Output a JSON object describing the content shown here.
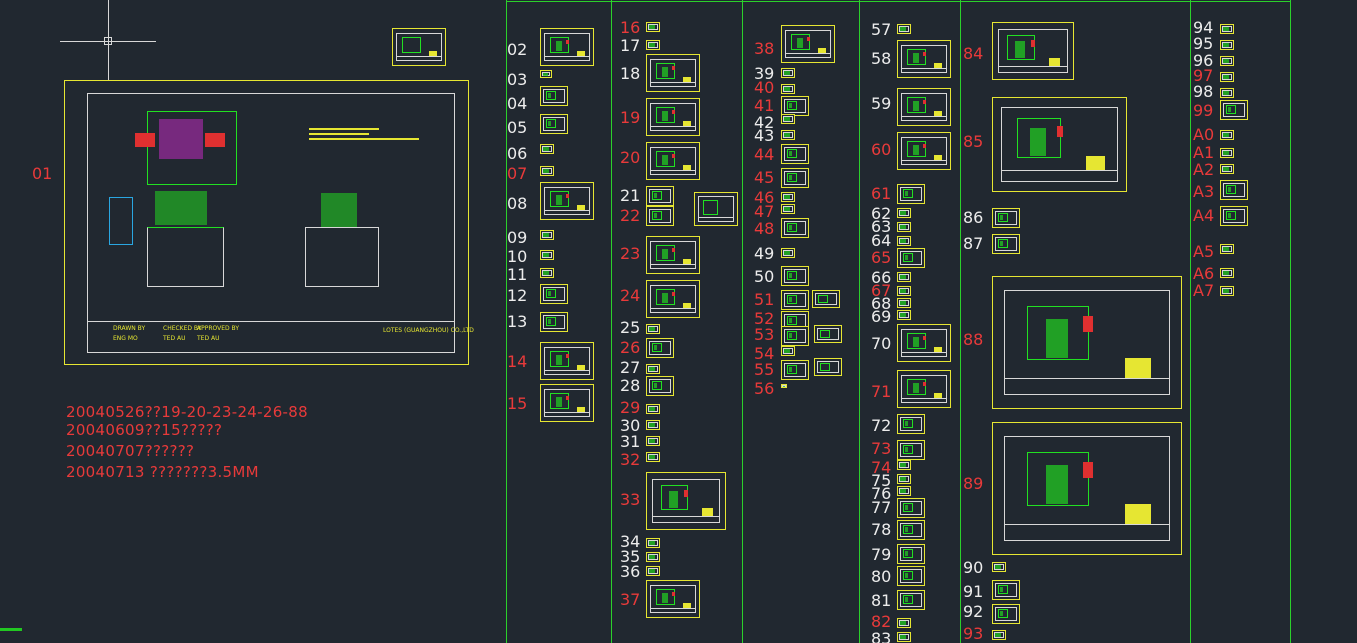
{
  "app": {
    "name": "drawing-index-viewport"
  },
  "colors": {
    "background": "#212830",
    "frame": "#e6e632",
    "column_line": "#2bd02b",
    "label_white": "#ececec",
    "label_red": "#e83a3a"
  },
  "main_sheet": {
    "label": "01",
    "notes": [
      "20040526??19-20-23-24-26-88",
      "20040609??15?????",
      "20040707??????",
      "20040713 ???????3.5MM"
    ],
    "title_block": {
      "company": "LOTES (GUANGZHOU) CO.,LTD",
      "drawn_by": "ENG MO",
      "checked_by": "TED AU",
      "approved_by": "TED AU",
      "drawn_label": "DRAWN BY",
      "checked_label": "CHECKED BY",
      "approved_label": "APPROVED BY"
    }
  },
  "columns": [
    {
      "id": "c1",
      "items": [
        {
          "t": "02",
          "red": false
        },
        {
          "t": "03",
          "red": false
        },
        {
          "t": "04",
          "red": false
        },
        {
          "t": "05",
          "red": false
        },
        {
          "t": "06",
          "red": false
        },
        {
          "t": "07",
          "red": true
        },
        {
          "t": "08",
          "red": false
        },
        {
          "t": "09",
          "red": false
        },
        {
          "t": "10",
          "red": false
        },
        {
          "t": "11",
          "red": false
        },
        {
          "t": "12",
          "red": false
        },
        {
          "t": "13",
          "red": false
        },
        {
          "t": "14",
          "red": true
        },
        {
          "t": "15",
          "red": true
        }
      ]
    },
    {
      "id": "c2",
      "items": [
        {
          "t": "16",
          "red": true
        },
        {
          "t": "17",
          "red": false
        },
        {
          "t": "18",
          "red": false
        },
        {
          "t": "19",
          "red": true
        },
        {
          "t": "20",
          "red": true
        },
        {
          "t": "21",
          "red": false
        },
        {
          "t": "22",
          "red": true
        },
        {
          "t": "23",
          "red": true
        },
        {
          "t": "24",
          "red": true
        },
        {
          "t": "25",
          "red": false
        },
        {
          "t": "26",
          "red": true
        },
        {
          "t": "27",
          "red": false
        },
        {
          "t": "28",
          "red": false
        },
        {
          "t": "29",
          "red": true
        },
        {
          "t": "30",
          "red": false
        },
        {
          "t": "31",
          "red": false
        },
        {
          "t": "32",
          "red": true
        },
        {
          "t": "33",
          "red": true
        },
        {
          "t": "34",
          "red": false
        },
        {
          "t": "35",
          "red": false
        },
        {
          "t": "36",
          "red": false
        },
        {
          "t": "37",
          "red": true
        }
      ]
    },
    {
      "id": "c3",
      "items": [
        {
          "t": "38",
          "red": true
        },
        {
          "t": "39",
          "red": false
        },
        {
          "t": "40",
          "red": true
        },
        {
          "t": "41",
          "red": true
        },
        {
          "t": "42",
          "red": false
        },
        {
          "t": "43",
          "red": false
        },
        {
          "t": "44",
          "red": true
        },
        {
          "t": "45",
          "red": true
        },
        {
          "t": "46",
          "red": true
        },
        {
          "t": "47",
          "red": true
        },
        {
          "t": "48",
          "red": true
        },
        {
          "t": "49",
          "red": false
        },
        {
          "t": "50",
          "red": false
        },
        {
          "t": "51",
          "red": true
        },
        {
          "t": "52",
          "red": true
        },
        {
          "t": "53",
          "red": true
        },
        {
          "t": "54",
          "red": true
        },
        {
          "t": "55",
          "red": true
        },
        {
          "t": "56",
          "red": true
        }
      ]
    },
    {
      "id": "c4",
      "items": [
        {
          "t": "57",
          "red": false
        },
        {
          "t": "58",
          "red": false
        },
        {
          "t": "59",
          "red": false
        },
        {
          "t": "60",
          "red": true
        },
        {
          "t": "61",
          "red": true
        },
        {
          "t": "62",
          "red": false
        },
        {
          "t": "63",
          "red": false
        },
        {
          "t": "64",
          "red": false
        },
        {
          "t": "65",
          "red": true
        },
        {
          "t": "66",
          "red": false
        },
        {
          "t": "67",
          "red": true
        },
        {
          "t": "68",
          "red": false
        },
        {
          "t": "69",
          "red": false
        },
        {
          "t": "70",
          "red": false
        },
        {
          "t": "71",
          "red": true
        },
        {
          "t": "72",
          "red": false
        },
        {
          "t": "73",
          "red": true
        },
        {
          "t": "74",
          "red": true
        },
        {
          "t": "75",
          "red": false
        },
        {
          "t": "76",
          "red": false
        },
        {
          "t": "77",
          "red": false
        },
        {
          "t": "78",
          "red": false
        },
        {
          "t": "79",
          "red": false
        },
        {
          "t": "80",
          "red": false
        },
        {
          "t": "81",
          "red": false
        },
        {
          "t": "82",
          "red": true
        },
        {
          "t": "83",
          "red": false
        }
      ]
    },
    {
      "id": "c5",
      "items": [
        {
          "t": "84",
          "red": true
        },
        {
          "t": "85",
          "red": true
        },
        {
          "t": "86",
          "red": false
        },
        {
          "t": "87",
          "red": false
        },
        {
          "t": "88",
          "red": true
        },
        {
          "t": "89",
          "red": true
        },
        {
          "t": "90",
          "red": false
        },
        {
          "t": "91",
          "red": false
        },
        {
          "t": "92",
          "red": false
        },
        {
          "t": "93",
          "red": true
        }
      ]
    },
    {
      "id": "c6",
      "items": [
        {
          "t": "94",
          "red": false
        },
        {
          "t": "95",
          "red": false
        },
        {
          "t": "96",
          "red": false
        },
        {
          "t": "97",
          "red": true
        },
        {
          "t": "98",
          "red": false
        },
        {
          "t": "99",
          "red": true
        },
        {
          "t": "A0",
          "red": true
        },
        {
          "t": "A1",
          "red": true
        },
        {
          "t": "A2",
          "red": true
        },
        {
          "t": "A3",
          "red": true
        },
        {
          "t": "A4",
          "red": true
        },
        {
          "t": "A5",
          "red": true
        },
        {
          "t": "A6",
          "red": true
        },
        {
          "t": "A7",
          "red": true
        }
      ]
    }
  ]
}
